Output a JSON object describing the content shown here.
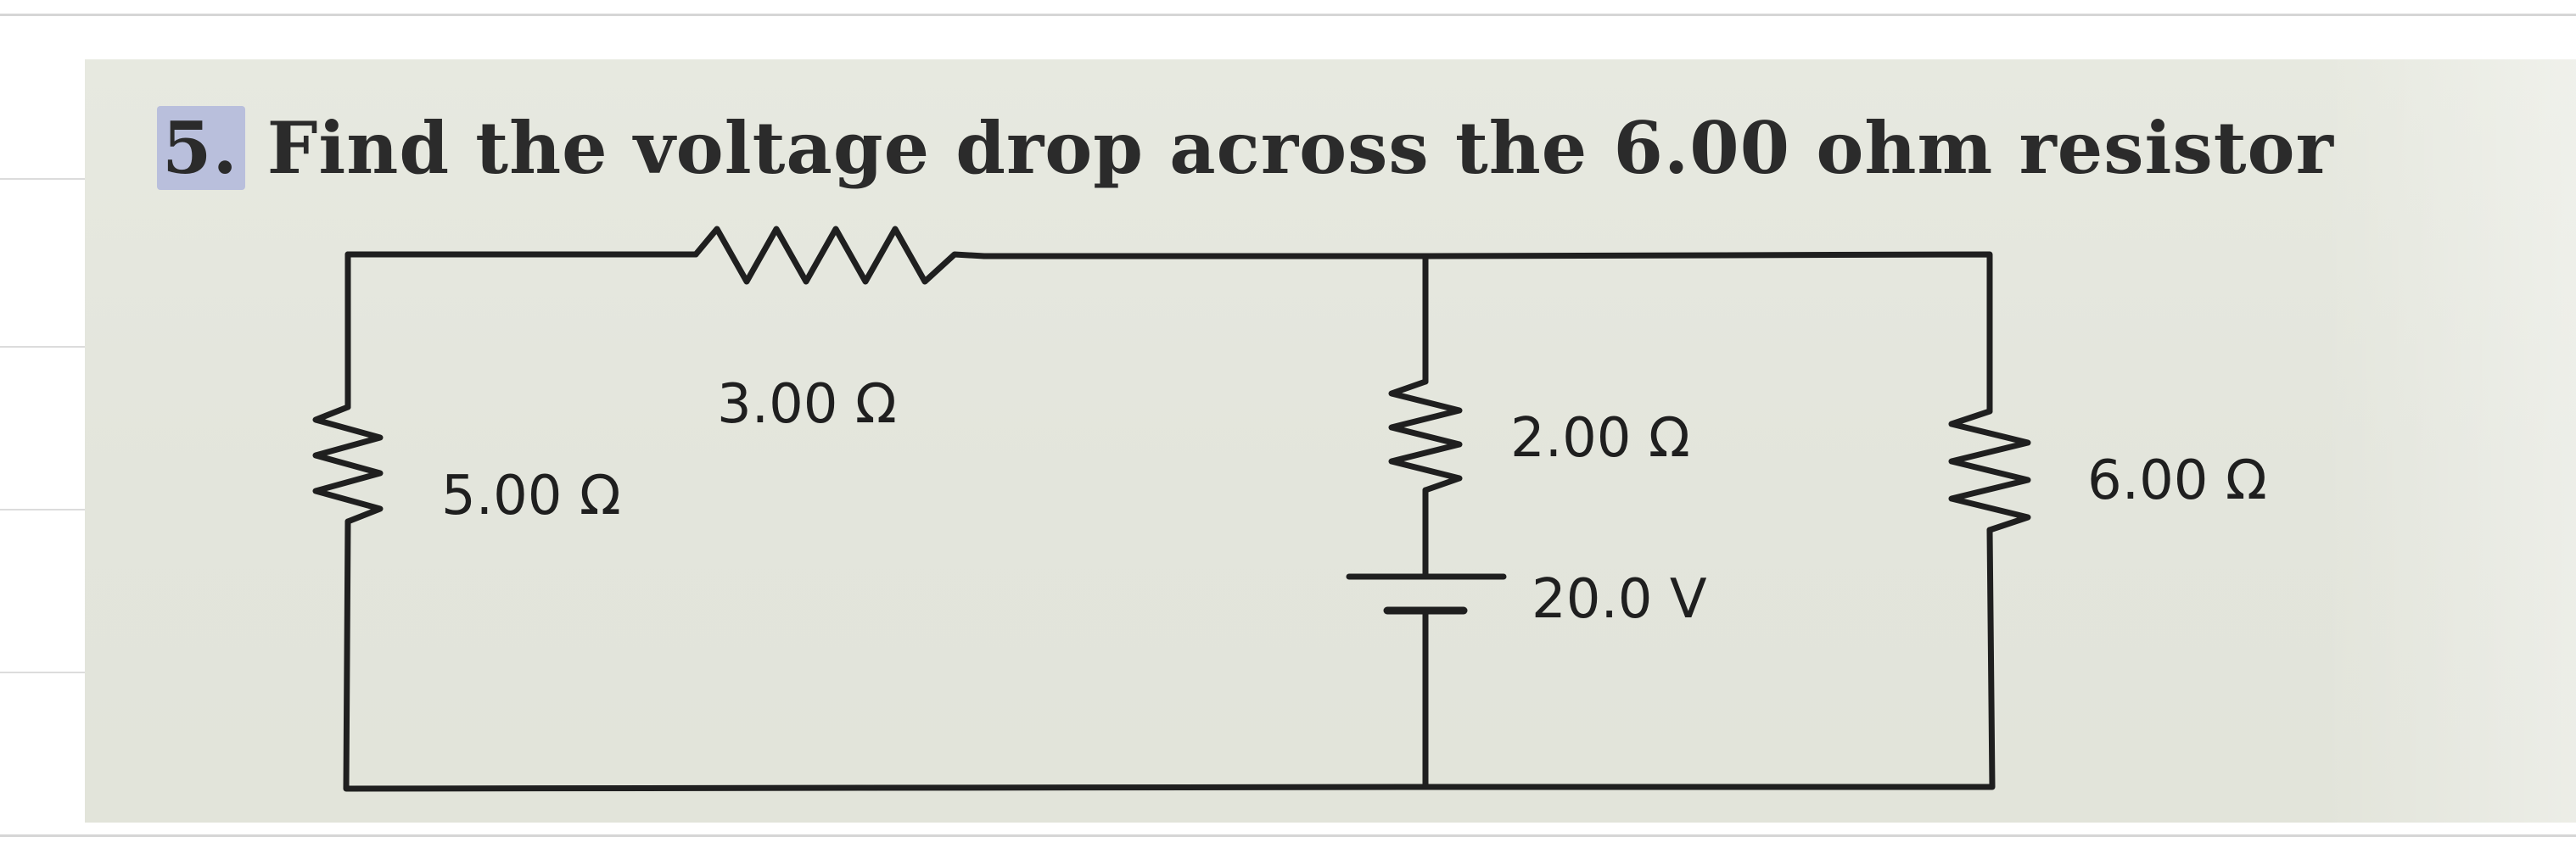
{
  "question": {
    "number": "5.",
    "text": "Find the voltage drop across the 6.00 ohm resistor"
  },
  "circuit": {
    "components": [
      {
        "type": "resistor",
        "label": "5.00 Ω",
        "icon": "resistor-zigzag-icon"
      },
      {
        "type": "resistor",
        "label": "3.00 Ω",
        "icon": "resistor-zigzag-icon"
      },
      {
        "type": "resistor",
        "label": "2.00 Ω",
        "icon": "resistor-zigzag-icon"
      },
      {
        "type": "battery",
        "label": "20.0 V",
        "icon": "battery-icon"
      },
      {
        "type": "resistor",
        "label": "6.00 Ω",
        "icon": "resistor-zigzag-icon"
      }
    ]
  },
  "colors": {
    "paper": "#e4e6dd",
    "ink": "#1f1f1f",
    "highlight": "#b9bfdc"
  }
}
